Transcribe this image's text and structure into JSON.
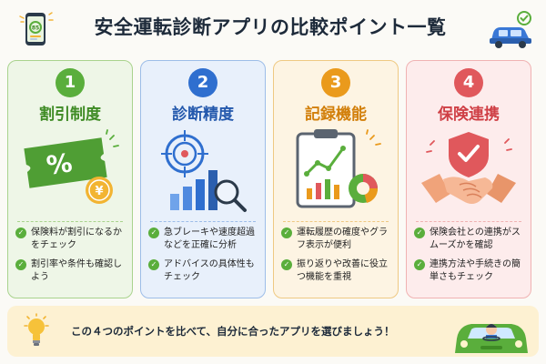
{
  "header": {
    "title": "安全運転診断アプリの比較ポイント一覧",
    "phone_badge": "85"
  },
  "cards": [
    {
      "number": "1",
      "title": "割引制度",
      "color": "#5aae3c",
      "bullets": [
        "保険料が割引になるかをチェック",
        "割引率や条件も確認しよう"
      ]
    },
    {
      "number": "2",
      "title": "診断精度",
      "color": "#2f6fcf",
      "bullets": [
        "急ブレーキや速度超過などを正確に分析",
        "アドバイスの具体性もチェック"
      ]
    },
    {
      "number": "3",
      "title": "記録機能",
      "color": "#ea9a1c",
      "bullets": [
        "運転履歴の確度やグラフ表示が便利",
        "振り返りや改善に役立つ機能を重視"
      ]
    },
    {
      "number": "4",
      "title": "保険連携",
      "color": "#e0585c",
      "bullets": [
        "保険会社との連携がスムーズかを確認",
        "連携方法や手続きの簡単さもチェック"
      ]
    }
  ],
  "icons": {
    "card1": "discount-ticket-icon",
    "card2": "target-chart-magnifier-icon",
    "card3": "clipboard-chart-icon",
    "card4": "shield-handshake-icon"
  },
  "footer": {
    "text": "この４つのポイントを比べて、自分に合ったアプリを選びましょう！"
  }
}
